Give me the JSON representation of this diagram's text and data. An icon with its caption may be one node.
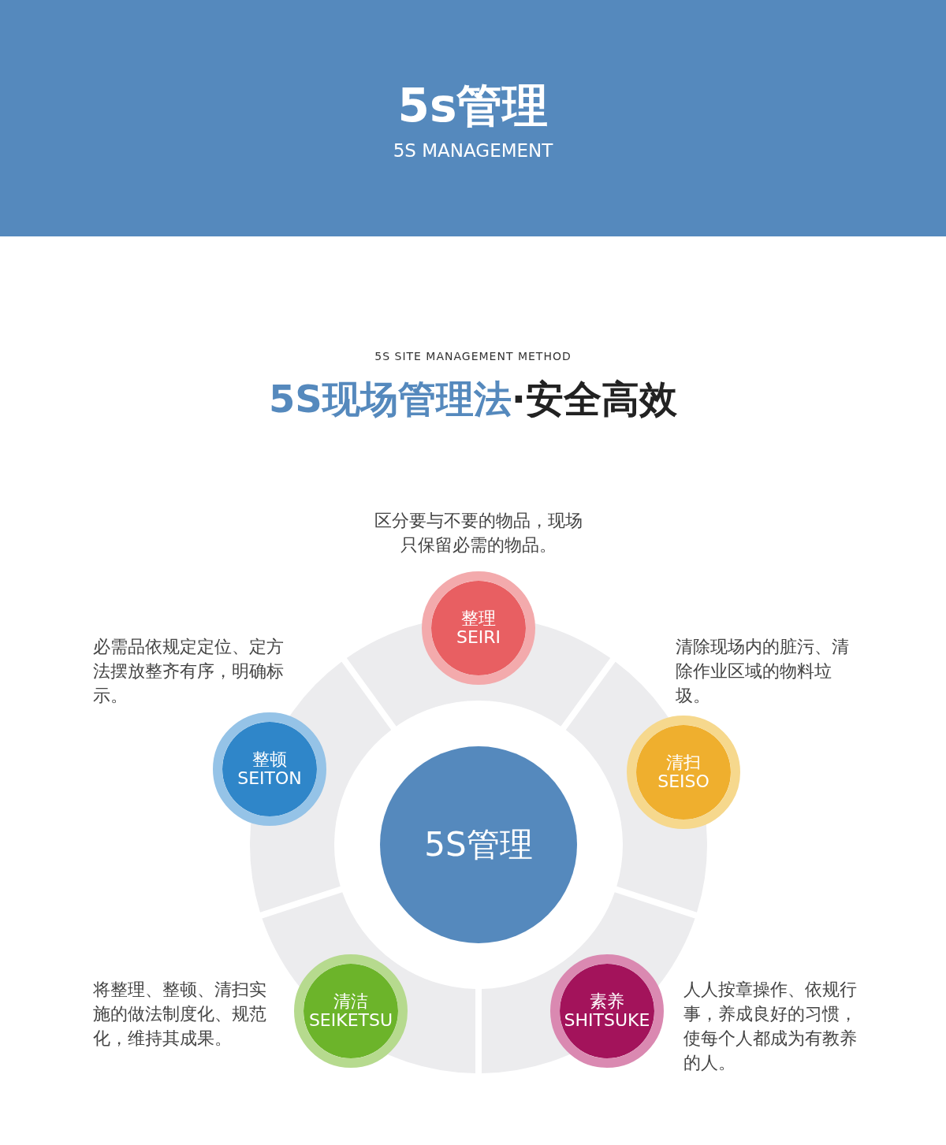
{
  "diagram": {
    "title": "5s管理",
    "nodes": [
      {
        "text": [
          "5S管理"
        ]
      },
      {
        "text": [
          "整理",
          "SEIRI"
        ],
        "beside": [
          "区分要与不要的物品，现场只保留必需的物品。"
        ]
      },
      {
        "text": [
          "清扫",
          "SEISO"
        ],
        "beside": [
          "清除现场内的脏污、清除作业区域的物料垃圾。"
        ]
      },
      {
        "text": [
          "素养",
          "SHITSUKE"
        ],
        "beside": [
          "人人按章操作、依规行事，养成良好的习惯，使每个人都成为有教养的人。"
        ]
      },
      {
        "text": [
          "清洁",
          "SEIKETSU"
        ],
        "beside": [
          "将整理、整顿、清扫实施的做法制度化、规范化，维持其成果。"
        ]
      },
      {
        "text": [
          "整顿",
          "SEITON"
        ],
        "beside": [
          "必需品依规定定位、定方法摆放整齐有序，明确标示。"
        ]
      }
    ],
    "labels": [
      "5S MANAGEMENT",
      "5S SITE MANAGEMENT METHOD",
      "5S现场管理法",
      "·安全高效"
    ]
  }
}
